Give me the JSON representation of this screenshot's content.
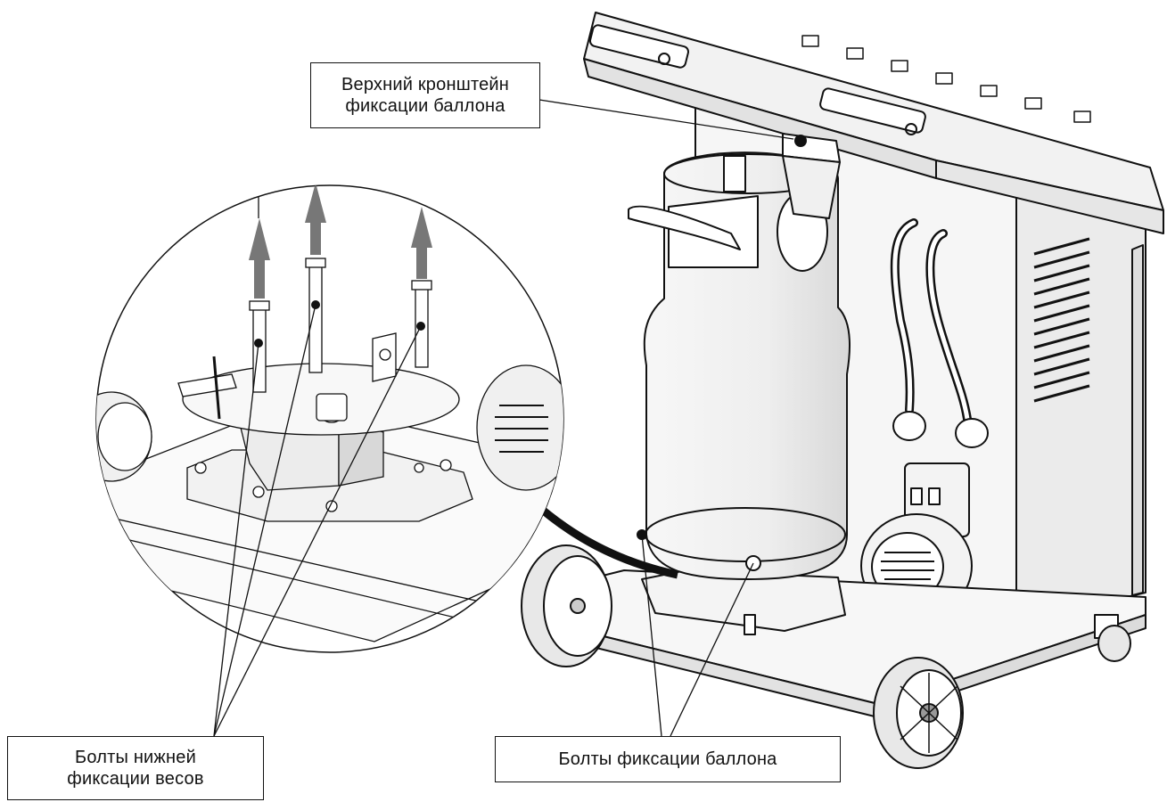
{
  "callouts": {
    "top_bracket": {
      "line1": "Верхний кронштейн",
      "line2": "фиксации баллона"
    },
    "lower_scale_bolts": {
      "line1": "Болты нижней",
      "line2": "фиксации весов"
    },
    "cylinder_bolts": {
      "text": "Болты фиксации баллона"
    }
  },
  "colors": {
    "line": "#111111",
    "cylinder_fill": "#efefef",
    "cabinet_fill": "#ebebeb",
    "arrow_fill": "#777777"
  }
}
